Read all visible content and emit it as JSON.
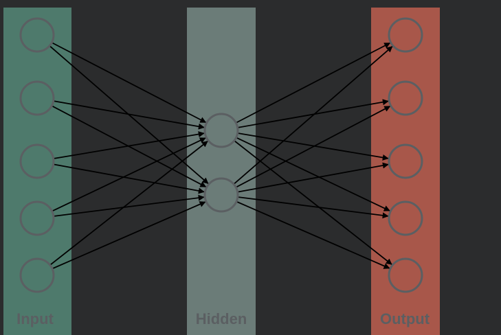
{
  "background": "#2b2c2d",
  "edge_color": "#000000",
  "node_stroke": "#5b5f62",
  "label_color": "#5b5f62",
  "layers": [
    {
      "id": "input",
      "label": "Input",
      "color": "#4e7a6c",
      "nodes": 5
    },
    {
      "id": "hidden",
      "label": "Hidden",
      "color": "#6b7c78",
      "nodes": 2
    },
    {
      "id": "output",
      "label": "Output",
      "color": "#a8574a",
      "nodes": 5
    }
  ],
  "connections": "fully-connected"
}
